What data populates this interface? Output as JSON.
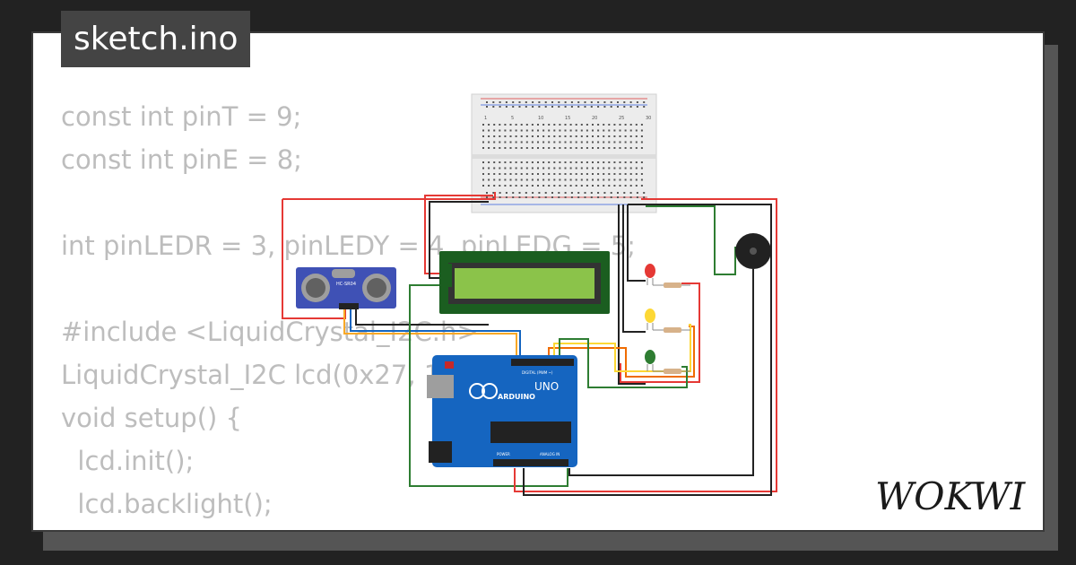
{
  "file": {
    "title": "sketch.ino"
  },
  "code": {
    "lines": [
      "const int pinT = 9;",
      "const int pinE = 8;",
      "",
      "int pinLEDR = 3, pinLEDY = 4, pinLEDG = 5;",
      "",
      "#include <LiquidCrystal_I2C.h>",
      "LiquidCrystal_I2C lcd(0x27, 16, 2);",
      "void setup() {",
      "  lcd.init();",
      "  lcd.backlight();"
    ]
  },
  "circuit": {
    "sensor_label": "HC-SR04",
    "arduino_brand": "ARDUINO",
    "arduino_model": "UNO",
    "digital_label": "DIGITAL (PWM ~)",
    "analog_label": "ANALOG IN",
    "power_label": "POWER",
    "led_colors": [
      "#e53935",
      "#fdd835",
      "#2e7d32"
    ],
    "breadboard_numbers": [
      "1",
      "5",
      "10",
      "15",
      "20",
      "25",
      "30"
    ]
  },
  "brand": {
    "logo_text": "WOKWI"
  }
}
